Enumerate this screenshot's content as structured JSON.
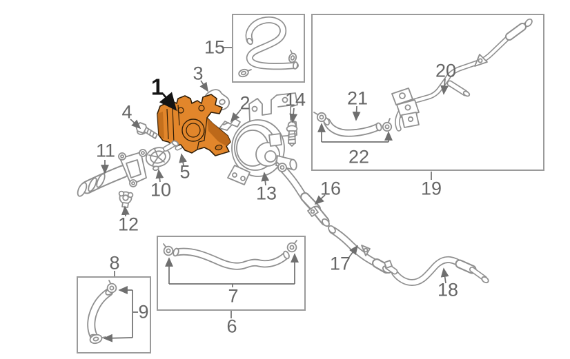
{
  "diagram": {
    "kind": "exploded-parts-diagram",
    "background_color": "#ffffff",
    "line_color": "#8f8f8f",
    "label_color": "#666666",
    "primary_label_color": "#141414",
    "highlight_color": "#e2862b",
    "callouts": [
      {
        "num": "1",
        "highlighted": true
      },
      {
        "num": "2"
      },
      {
        "num": "3"
      },
      {
        "num": "4"
      },
      {
        "num": "5"
      },
      {
        "num": "6"
      },
      {
        "num": "7"
      },
      {
        "num": "8"
      },
      {
        "num": "9"
      },
      {
        "num": "10"
      },
      {
        "num": "11"
      },
      {
        "num": "12"
      },
      {
        "num": "13"
      },
      {
        "num": "14"
      },
      {
        "num": "15"
      },
      {
        "num": "16"
      },
      {
        "num": "17"
      },
      {
        "num": "18"
      },
      {
        "num": "19"
      },
      {
        "num": "20"
      },
      {
        "num": "21"
      },
      {
        "num": "22"
      }
    ]
  }
}
